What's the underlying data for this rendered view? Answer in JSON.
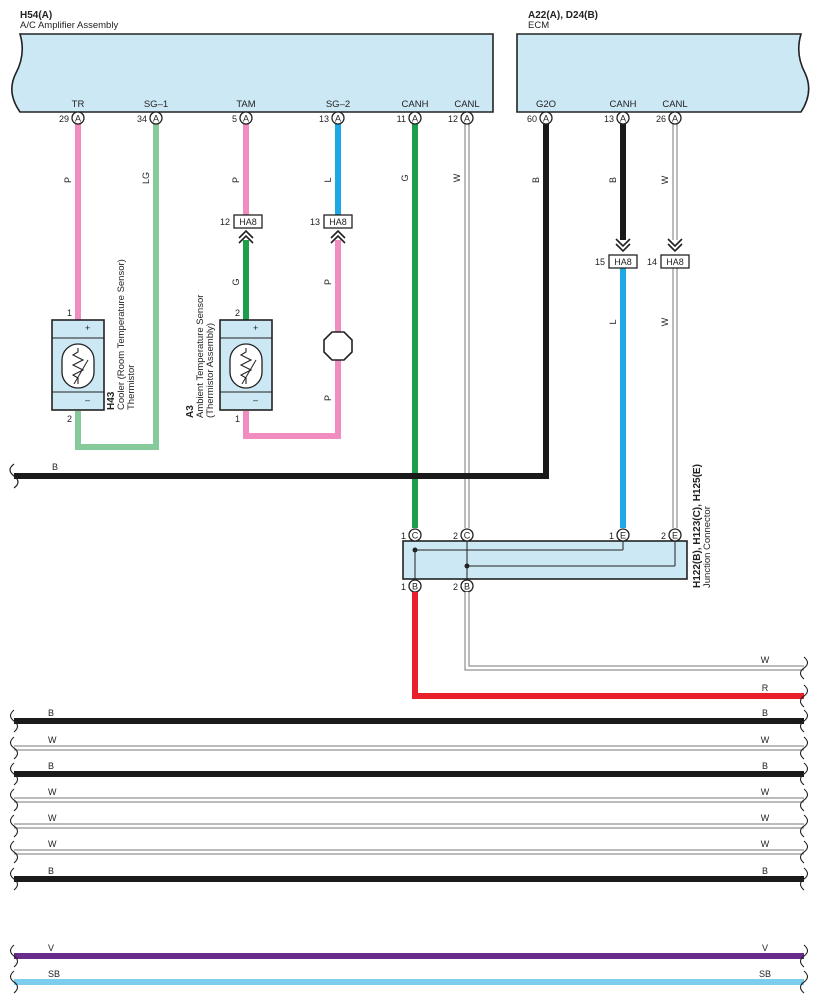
{
  "components": {
    "amp": {
      "code": "H54(A)",
      "name": "A/C Amplifier Assembly"
    },
    "ecm": {
      "code": "A22(A), D24(B)",
      "name": "ECM"
    },
    "h43": {
      "code": "H43",
      "line1": "Cooler (Room Temperature Sensor)",
      "line2": "Thermistor"
    },
    "a3": {
      "code": "A3",
      "line1": "Ambient Temperature Sensor",
      "line2": "(Thermistor Assembly)"
    },
    "jc": {
      "code": "H122(B), H123(C), H125(E)",
      "name": "Junction Connector"
    }
  },
  "pins": [
    {
      "label": "TR",
      "num": "29",
      "letter": "A"
    },
    {
      "label": "SG–1",
      "num": "34",
      "letter": "A"
    },
    {
      "label": "TAM",
      "num": "5",
      "letter": "A"
    },
    {
      "label": "SG–2",
      "num": "13",
      "letter": "A"
    },
    {
      "label": "CANH",
      "num": "11",
      "letter": "A"
    },
    {
      "label": "CANL",
      "num": "12",
      "letter": "A"
    },
    {
      "label": "G2O",
      "num": "60",
      "letter": "A"
    },
    {
      "label": "CANH",
      "num": "13",
      "letter": "A"
    },
    {
      "label": "CANL",
      "num": "26",
      "letter": "A"
    }
  ],
  "inline_connectors": [
    {
      "pin": "12",
      "name": "HA8"
    },
    {
      "pin": "13",
      "name": "HA8"
    },
    {
      "pin": "15",
      "name": "HA8"
    },
    {
      "pin": "14",
      "name": "HA8"
    }
  ],
  "sensor_pins": {
    "h43_top": "1",
    "h43_bottom": "2",
    "a3_top": "2",
    "a3_bottom": "1",
    "plus": "+",
    "minus": "–"
  },
  "jc_pins": [
    {
      "num": "1",
      "letter": "C"
    },
    {
      "num": "2",
      "letter": "C"
    },
    {
      "num": "1",
      "letter": "E"
    },
    {
      "num": "2",
      "letter": "E"
    },
    {
      "num": "1",
      "letter": "B"
    },
    {
      "num": "2",
      "letter": "B"
    }
  ],
  "wire_codes": {
    "tr": "P",
    "sg1": "LG",
    "tam_upper": "P",
    "tam_lower": "G",
    "sg2_upper": "L",
    "sg2_mid": "P",
    "sg2_lower": "P",
    "canh_amp": "G",
    "canl_amp": "W",
    "g2o": "B",
    "canh_ecm_upper": "B",
    "canl_ecm_upper": "W",
    "canh_ecm_lower": "L",
    "canl_ecm_lower": "W",
    "ground_bus": "B"
  },
  "bus_lines": [
    {
      "left": "",
      "right": "W",
      "color": "#ffffff"
    },
    {
      "left": "",
      "right": "R",
      "color": "#e8202a"
    },
    {
      "left": "B",
      "right": "B",
      "color": "#1a1a1a"
    },
    {
      "left": "W",
      "right": "W",
      "color": "#ffffff"
    },
    {
      "left": "B",
      "right": "B",
      "color": "#1a1a1a"
    },
    {
      "left": "W",
      "right": "W",
      "color": "#ffffff"
    },
    {
      "left": "W",
      "right": "W",
      "color": "#ffffff"
    },
    {
      "left": "W",
      "right": "W",
      "color": "#ffffff"
    },
    {
      "left": "B",
      "right": "B",
      "color": "#1a1a1a"
    },
    {
      "left": "V",
      "right": "V",
      "color": "#6a2c8c"
    },
    {
      "left": "SB",
      "right": "SB",
      "color": "#7ccdee"
    }
  ],
  "colors": {
    "pink": "#f08cbf",
    "light_green": "#86c99a",
    "green": "#1e9e4a",
    "blue": "#1ea8e6",
    "black": "#1a1a1a",
    "white": "#ffffff",
    "red": "#e8202a",
    "violet": "#6a2c8c",
    "sky_blue": "#7ccdee",
    "box_fill": "#cce8f4"
  }
}
